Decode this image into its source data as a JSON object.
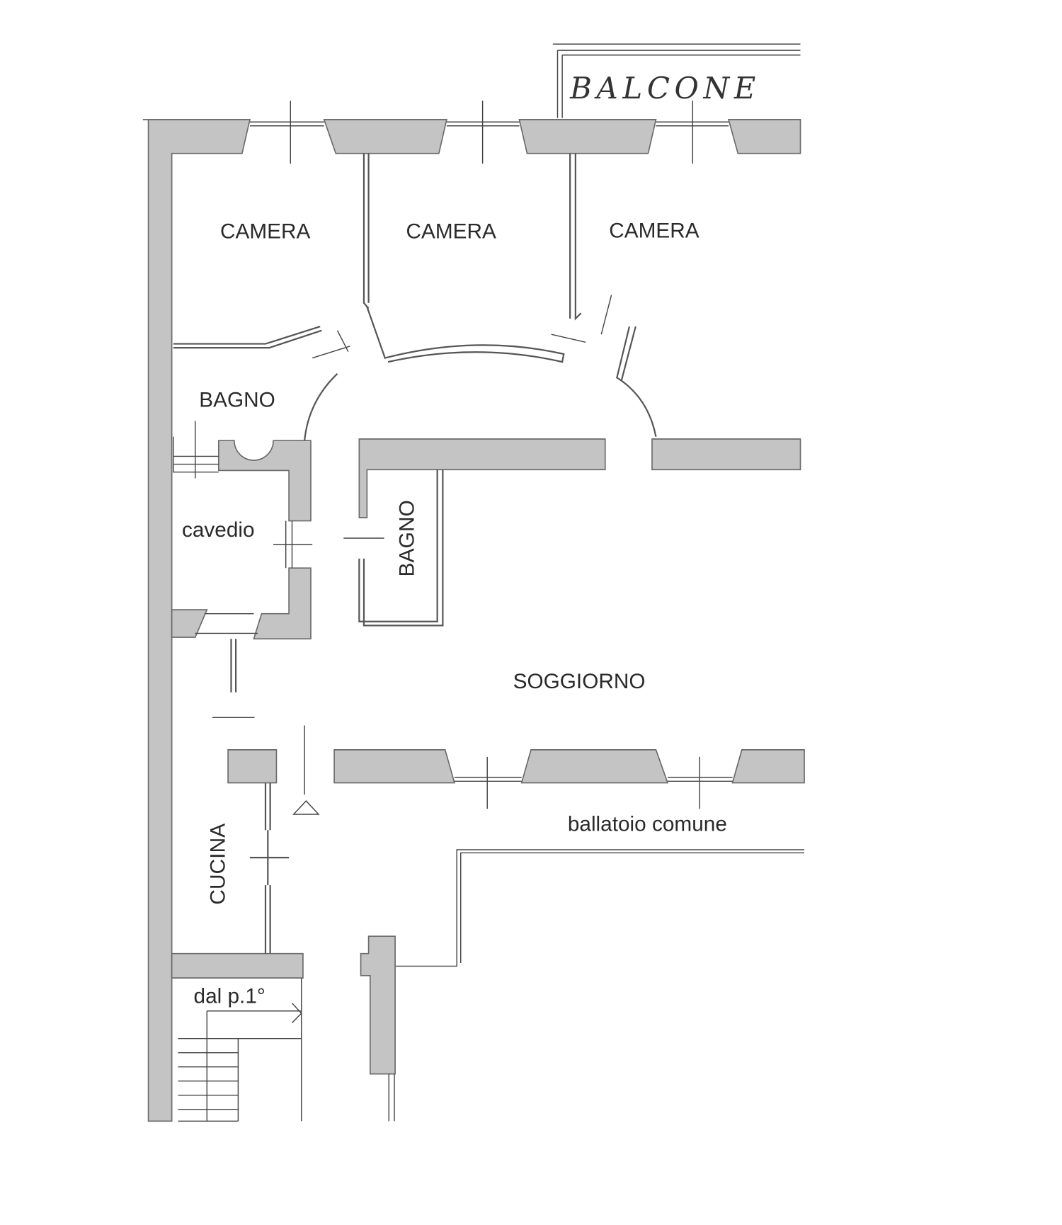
{
  "plan": {
    "labels": {
      "balcone": "BALCONE",
      "camera_1": "CAMERA",
      "camera_2": "CAMERA",
      "camera_3": "CAMERA",
      "bagno_1": "BAGNO",
      "bagno_2": "BAGNO",
      "cavedio": "cavedio",
      "soggiorno": "SOGGIORNO",
      "cucina": "CUCINA",
      "ballatoio": "ballatoio comune",
      "stairs": "dal p.1°"
    },
    "colors": {
      "wall": "#c4c4c4",
      "line": "#444444"
    }
  }
}
